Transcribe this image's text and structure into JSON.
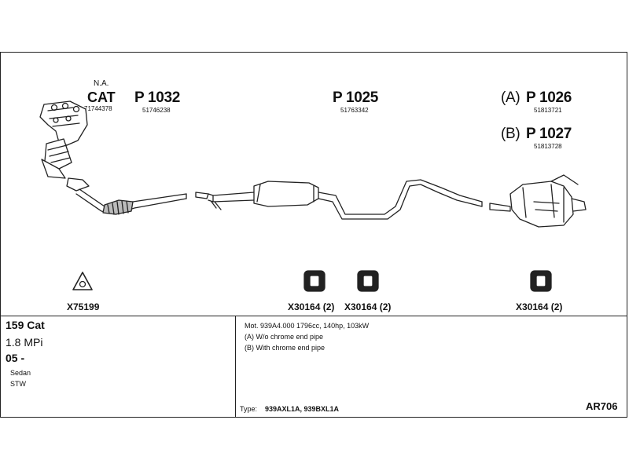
{
  "catalyst": {
    "note": "N.A.",
    "label": "CAT",
    "ref": "71744378"
  },
  "parts": [
    {
      "code": "P 1032",
      "ref": "51746238"
    },
    {
      "code": "P 1025",
      "ref": "51763342"
    },
    {
      "prefix": "(A)",
      "code": "P 1026",
      "ref": "51813721"
    },
    {
      "prefix": "(B)",
      "code": "P 1027",
      "ref": "51813728"
    }
  ],
  "mounts": [
    {
      "label": "X75199",
      "icon": "gasket-icon"
    },
    {
      "label": "X30164 (2)",
      "icon": "rubber-mount-icon"
    },
    {
      "label": "X30164 (2)",
      "icon": "rubber-mount-icon"
    },
    {
      "label": "X30164 (2)",
      "icon": "rubber-mount-icon"
    }
  ],
  "vehicle": {
    "model": "159 Cat",
    "engine": "1.8 MPi",
    "year": "05 -",
    "body1": "Sedan",
    "body2": "STW"
  },
  "info": {
    "motor": "Mot. 939A4.000 1796cc, 140hp, 103kW",
    "noteA": "(A) W/o chrome end pipe",
    "noteB": "(B) With chrome end pipe",
    "type_label": "Type:",
    "type_value": "939AXL1A, 939BXL1A"
  },
  "catalog_code": "AR706",
  "colors": {
    "line": "#222222",
    "pipe_fill": "#ffffff",
    "shade": "#9a9a9a"
  }
}
